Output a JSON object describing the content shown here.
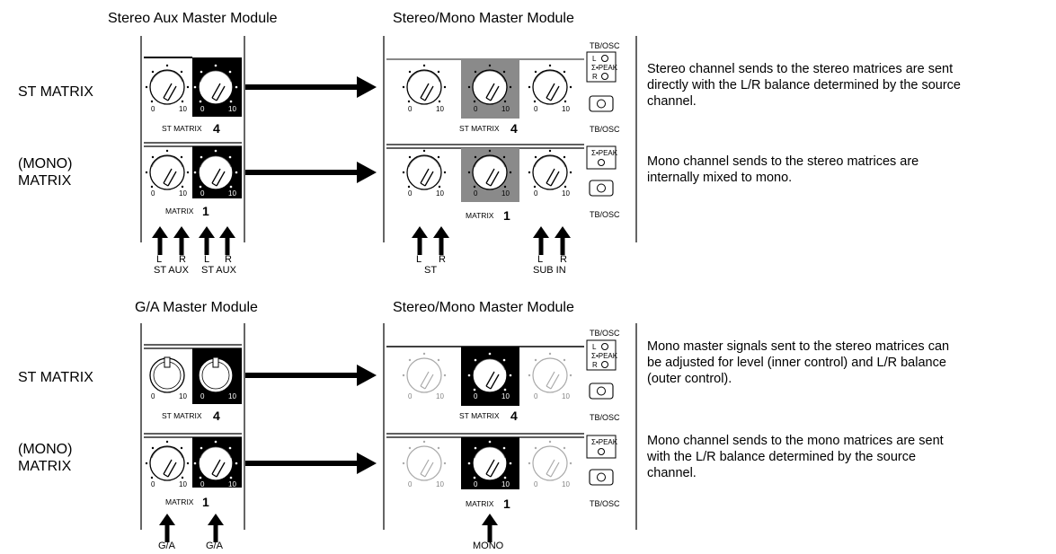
{
  "top": {
    "aux_title": "Stereo Aux Master Module",
    "stmono_title": "Stereo/Mono Master Module",
    "row1": "ST MATRIX",
    "row2a": "(MONO)",
    "row2b": "MATRIX",
    "desc1": [
      "Stereo channel sends to the stereo matrices are sent",
      "directly with the L/R balance determined by the source",
      "channel."
    ],
    "desc2": [
      "Mono channel sends to the stereo matrices are",
      "internally mixed to mono."
    ],
    "aux_inputs": {
      "l1": "L",
      "r1": "R",
      "stx1": "ST AUX",
      "l2": "L",
      "r2": "R",
      "stx2": "ST AUX"
    },
    "st_inputs": {
      "l": "L",
      "r": "R",
      "st": "ST"
    },
    "sub_inputs": {
      "l": "L",
      "r": "R",
      "sub": "SUB IN"
    }
  },
  "bottom": {
    "ga_title": "G/A Master Module",
    "stmono_title": "Stereo/Mono Master Module",
    "row1": "ST MATRIX",
    "row2a": "(MONO)",
    "row2b": "MATRIX",
    "desc1": [
      "Mono master signals sent to the stereo matrices can",
      "be adjusted for level (inner control) and L/R balance",
      "(outer control)."
    ],
    "desc2": [
      "Mono channel sends to the mono matrices are sent",
      "with the L/R balance determined by the source",
      "channel."
    ],
    "ga_inputs": {
      "a": "G/A",
      "b": "G/A"
    },
    "mono_input": "MONO"
  },
  "labels": {
    "st_matrix": "ST MATRIX",
    "matrix": "MATRIX",
    "st_num": "4",
    "mono_num": "1",
    "dial_min": "0",
    "dial_max": "10",
    "tb_osc": "TB/OSC",
    "peak_l": "L",
    "peak_sigma": "Σ•PEAK",
    "peak_r": "R"
  }
}
